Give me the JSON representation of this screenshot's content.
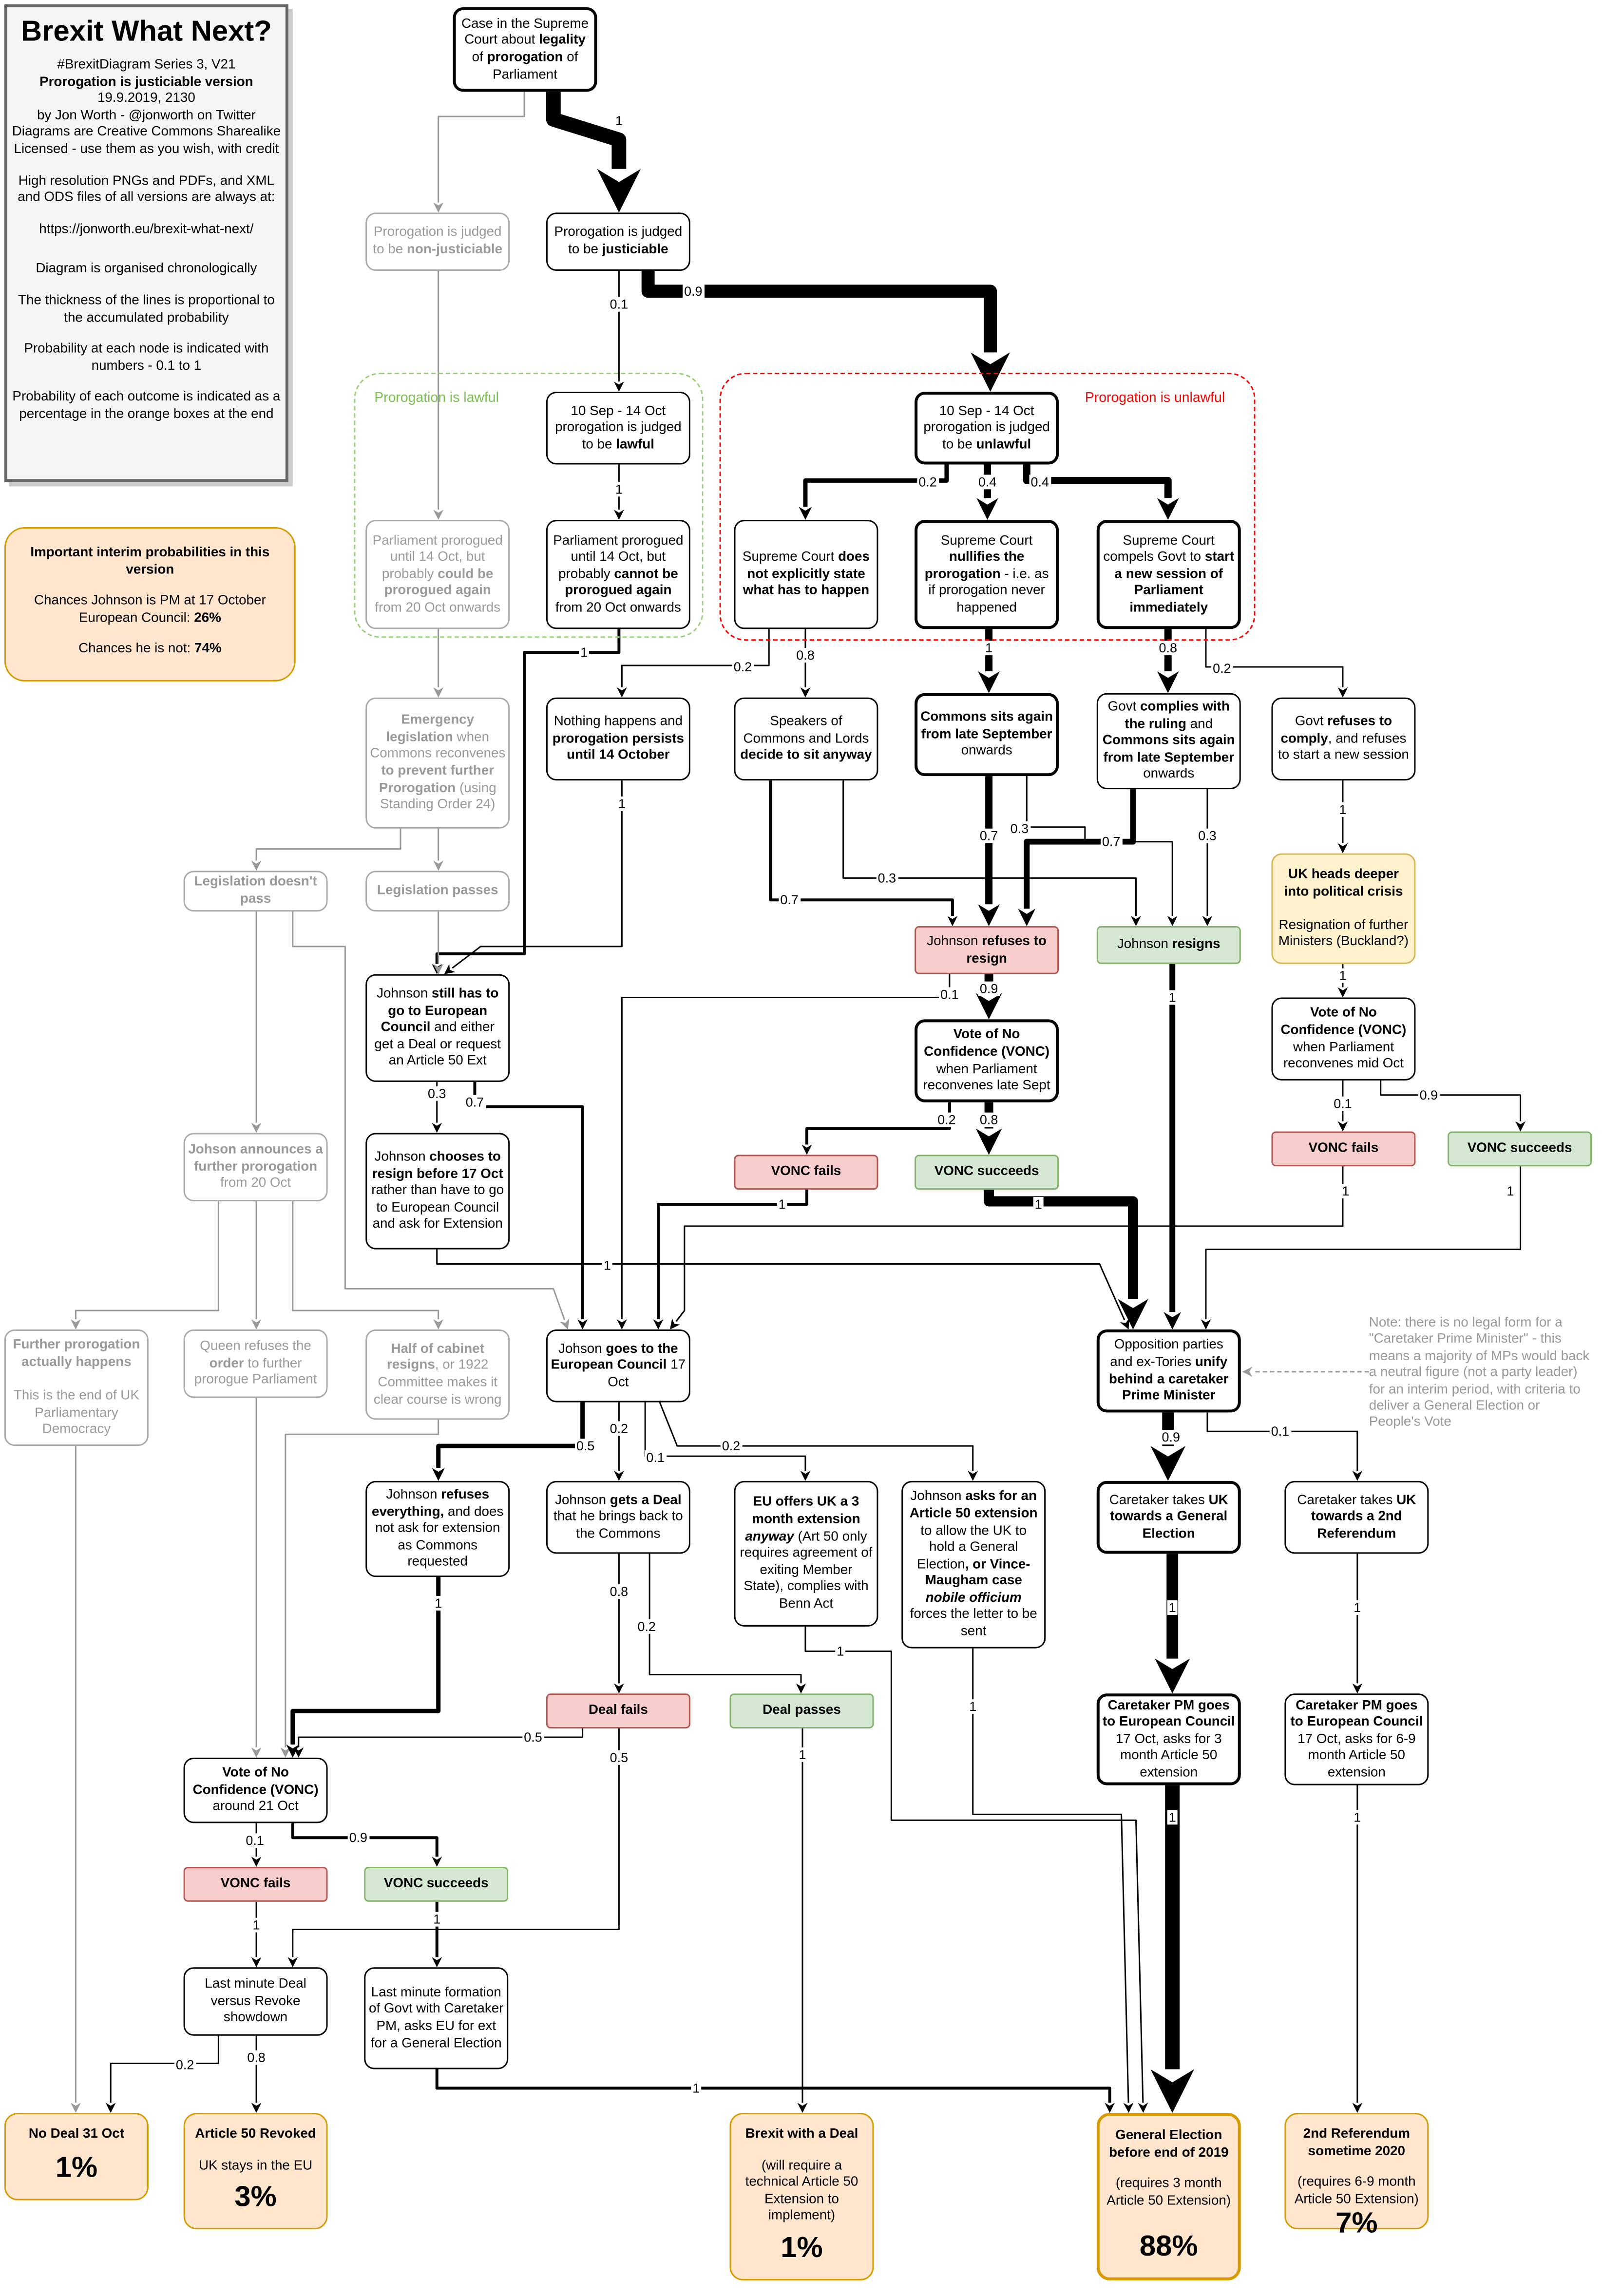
{
  "title_box": {
    "title": "Brexit What Next?",
    "series": "#BrexitDiagram Series 3, V21",
    "version": "Prorogation is justiciable version",
    "date": "19.9.2019, 2130",
    "author": "by Jon Worth - @jonworth on Twitter",
    "license": "Diagrams are Creative Commons Sharealike Licensed - use them as you wish, with credit",
    "files": "High resolution PNGs and PDFs, and XML and ODS files of all versions are always at:",
    "url": "https://jonworth.eu/brexit-what-next/",
    "note1": "Diagram is organised chronologically",
    "note2": "The thickness of the lines is proportional to the accumulated probability",
    "note3": "Probability at each node is indicated with numbers - 0.1 to 1",
    "note4": "Probability of each outcome is indicated as a percentage in the orange boxes at the end"
  },
  "interim": {
    "heading": "Important interim probabilities in this version",
    "pm_label": "Chances Johnson is PM at 17 October European Council: ",
    "pm_value": "26%",
    "not_label": "Chances he is not: ",
    "not_value": "74%"
  },
  "groups": {
    "lawful": "Prorogation is lawful",
    "unlawful": "Prorogation is unlawful"
  },
  "colors": {
    "lawful_border": "#97d077",
    "unlawful_border": "#ff0000",
    "fails_fill": "#f8cecc",
    "succeeds_fill": "#d5e8d4",
    "crisis_fill": "#fff2cc",
    "outcome_fill": "#ffe6cc",
    "inactive_text": "#999999"
  },
  "note": "Note: there is no legal form for a \"Caretaker Prime Minister\" - this means a majority of MPs would back a neutral figure (not a party leader) for an interim period, with criteria to deliver a General Election or People's Vote",
  "nodes": [
    {
      "id": "n1",
      "style": "b",
      "text": [
        "Case in the Supreme Court about ",
        {
          "b": "legality"
        },
        " of ",
        {
          "b": "prorogation"
        },
        " of Parliament"
      ]
    },
    {
      "id": "n2",
      "style": "g",
      "text": [
        "Prorogation is judged to be ",
        {
          "b": "non-justiciable"
        }
      ]
    },
    {
      "id": "n3",
      "style": "n",
      "text": [
        "Prorogation is judged to be ",
        {
          "b": "justiciable"
        }
      ]
    },
    {
      "id": "n4",
      "style": "n",
      "text": [
        "10 Sep - 14 Oct prorogation is judged to be ",
        {
          "b": "lawful"
        }
      ]
    },
    {
      "id": "n5",
      "style": "b",
      "text": [
        "10 Sep - 14 Oct prorogation is judged to be ",
        {
          "b": "unlawful"
        }
      ]
    },
    {
      "id": "n6",
      "style": "g",
      "text": [
        "Parliament prorogued until 14 Oct, but probably ",
        {
          "b": "could be prorogued again"
        },
        " from 20 Oct onwards"
      ]
    },
    {
      "id": "n7",
      "style": "n",
      "text": [
        "Parliament prorogued until 14 Oct, but probably ",
        {
          "b": "cannot be prorogued again"
        },
        " from 20 Oct onwards"
      ]
    },
    {
      "id": "n8",
      "style": "n",
      "text": [
        "Supreme Court ",
        {
          "b": "does not explicitly state what has to happen"
        }
      ]
    },
    {
      "id": "n9",
      "style": "b",
      "text": [
        "Supreme Court ",
        {
          "b": "nullifies the prorogation"
        },
        " - i.e. as if prorogation never happened"
      ]
    },
    {
      "id": "n10",
      "style": "b",
      "text": [
        "Supreme Court compels Govt to ",
        {
          "b": "start a new session of Parliament immediately"
        }
      ]
    },
    {
      "id": "n11",
      "style": "g",
      "text": [
        {
          "b": "Emergency legislation"
        },
        " when Commons reconvenes ",
        {
          "b": "to prevent further Prorogation"
        },
        " (using Standing Order 24)"
      ]
    },
    {
      "id": "n12",
      "style": "n",
      "text": [
        "Nothing happens and ",
        {
          "b": "prorogation persists until 14 October"
        }
      ]
    },
    {
      "id": "n13",
      "style": "n",
      "text": [
        "Speakers of Commons and Lords ",
        {
          "b": "decide to sit anyway"
        }
      ]
    },
    {
      "id": "n14",
      "style": "b",
      "text": [
        {
          "b": "Commons sits again from late September"
        },
        " onwards"
      ]
    },
    {
      "id": "n15",
      "style": "n",
      "text": [
        "Govt ",
        {
          "b": "complies with the ruling"
        },
        " and ",
        {
          "b": "Commons sits again from late September"
        },
        " onwards"
      ]
    },
    {
      "id": "n16",
      "style": "n",
      "text": [
        "Govt ",
        {
          "b": "refuses to comply"
        },
        ", and refuses to start a new session"
      ]
    },
    {
      "id": "n17",
      "style": "g",
      "text": [
        {
          "b": "Legislation doesn't pass"
        }
      ]
    },
    {
      "id": "n18",
      "style": "g",
      "text": [
        {
          "b": "Legislation passes"
        }
      ]
    },
    {
      "id": "n19",
      "style": "r",
      "text": [
        "Johnson ",
        {
          "b": "refuses to resign"
        }
      ]
    },
    {
      "id": "n20",
      "style": "gr",
      "text": [
        "Johnson ",
        {
          "b": "resigns"
        }
      ]
    },
    {
      "id": "n21",
      "style": "y",
      "text": [
        {
          "b": "UK heads deeper into political crisis"
        },
        "\n\nResignation of further Ministers (Buckland?)"
      ]
    },
    {
      "id": "n22",
      "style": "n",
      "text": [
        "Johnson ",
        {
          "b": "still has to go to European Council"
        },
        " and either get a Deal or request an Article 50 Ext"
      ]
    },
    {
      "id": "n23",
      "style": "b",
      "text": [
        {
          "b": "Vote of No Confidence (VONC)"
        },
        " when Parliament reconvenes late Sept"
      ]
    },
    {
      "id": "n24",
      "style": "n",
      "text": [
        {
          "b": "Vote of No Confidence (VONC)"
        },
        " when Parliament reconvenes mid Oct"
      ]
    },
    {
      "id": "n25",
      "style": "n",
      "text": [
        "Johnson ",
        {
          "b": "chooses to resign before 17 Oct"
        },
        " rather than have to go to European Council and ask for Extension"
      ]
    },
    {
      "id": "n26",
      "style": "g",
      "text": [
        {
          "b": "Johson announces a further prorogation"
        },
        " from 20 Oct"
      ]
    },
    {
      "id": "n27",
      "style": "r",
      "text": [
        {
          "b": "VONC fails"
        }
      ]
    },
    {
      "id": "n28",
      "style": "gr",
      "text": [
        {
          "b": "VONC succeeds"
        }
      ]
    },
    {
      "id": "n29",
      "style": "r",
      "text": [
        {
          "b": "VONC fails"
        }
      ]
    },
    {
      "id": "n30",
      "style": "gr",
      "text": [
        {
          "b": "VONC succeeds"
        }
      ]
    },
    {
      "id": "n31",
      "style": "g",
      "text": [
        {
          "b": "Further prorogation actually happens"
        },
        "\n\nThis is the end of UK Parliamentary Democracy"
      ]
    },
    {
      "id": "n32",
      "style": "g",
      "text": [
        "Queen refuses the ",
        {
          "b": "order"
        },
        " to further prorogue Parliament"
      ]
    },
    {
      "id": "n33",
      "style": "g",
      "text": [
        {
          "b": "Half of cabinet resigns"
        },
        ", or 1922 Committee makes it clear course is wrong"
      ]
    },
    {
      "id": "n34",
      "style": "n",
      "text": [
        "Johson ",
        {
          "b": "goes to the European Council"
        },
        " 17 Oct"
      ]
    },
    {
      "id": "n35",
      "style": "b",
      "text": [
        "Opposition parties and ex-Tories ",
        {
          "b": "unify behind a caretaker Prime Minister"
        }
      ]
    },
    {
      "id": "n36",
      "style": "n",
      "text": [
        "Johnson ",
        {
          "b": "refuses everything,"
        },
        " and does not ask for extension as Commons requested"
      ]
    },
    {
      "id": "n37",
      "style": "n",
      "text": [
        "Johnson ",
        {
          "b": "gets a Deal"
        },
        " that he brings back to the Commons"
      ]
    },
    {
      "id": "n38",
      "style": "n",
      "text": [
        {
          "b": "EU offers UK a 3 month extension "
        },
        {
          "bi": "anyway"
        },
        " (Art 50 only requires agreement of exiting Member State), complies with Benn Act"
      ]
    },
    {
      "id": "n39",
      "style": "n",
      "text": [
        "Johnson ",
        {
          "b": "asks for an Article 50 extension"
        },
        " to allow the UK to hold a General Election",
        {
          "b": ", or Vince-Maugham case "
        },
        {
          "bi": "nobile officium"
        },
        " forces the letter to be sent"
      ]
    },
    {
      "id": "n40",
      "style": "b",
      "text": [
        "Caretaker takes ",
        {
          "b": "UK towards a General Election"
        }
      ]
    },
    {
      "id": "n41",
      "style": "n",
      "text": [
        "Caretaker takes ",
        {
          "b": "UK towards a 2nd Referendum"
        }
      ]
    },
    {
      "id": "n42",
      "style": "r",
      "text": [
        {
          "b": "Deal fails"
        }
      ]
    },
    {
      "id": "n43",
      "style": "gr",
      "text": [
        {
          "b": "Deal passes"
        }
      ]
    },
    {
      "id": "n44",
      "style": "b",
      "text": [
        {
          "b": "Caretaker PM goes to European Council"
        },
        " 17 Oct, asks for 3 month Article 50 extension"
      ]
    },
    {
      "id": "n45",
      "style": "n",
      "text": [
        {
          "b": "Caretaker PM goes to European Council"
        },
        " 17 Oct, asks for 6-9 month Article 50 extension"
      ]
    },
    {
      "id": "n46",
      "style": "n",
      "text": [
        {
          "b": "Vote of No Confidence (VONC)"
        },
        " around 21 Oct"
      ]
    },
    {
      "id": "n47",
      "style": "r",
      "text": [
        {
          "b": "VONC fails"
        }
      ]
    },
    {
      "id": "n48",
      "style": "gr",
      "text": [
        {
          "b": "VONC succeeds"
        }
      ]
    },
    {
      "id": "n49",
      "style": "n",
      "text": [
        "Last minute Deal versus Revoke showdown"
      ]
    },
    {
      "id": "n50",
      "style": "n",
      "text": [
        "Last minute formation of Govt with Caretaker PM, asks EU for ext for a General Election"
      ]
    }
  ],
  "outcomes": [
    {
      "id": "o1",
      "title": "No Deal 31 Oct",
      "sub": "",
      "pct": "1%"
    },
    {
      "id": "o2",
      "title": "Article 50 Revoked",
      "sub": "UK stays in the EU",
      "pct": "3%"
    },
    {
      "id": "o3",
      "title": "Brexit with a Deal",
      "sub": "(will require a technical Article 50 Extension to implement)",
      "pct": "1%"
    },
    {
      "id": "o4",
      "title": "General Election before end of 2019",
      "sub": "(requires 3 month Article 50 Extension)",
      "pct": "88%"
    },
    {
      "id": "o5",
      "title": "2nd Referendum sometime 2020",
      "sub": "(requires 6-9 month Article 50 Extension)",
      "pct": "7%"
    }
  ],
  "edges": [
    {
      "label": "1"
    },
    {
      "label": ""
    },
    {
      "label": "0.9"
    },
    {
      "label": "0.1"
    },
    {
      "label": ""
    },
    {
      "label": "1"
    },
    {
      "label": "0.2"
    },
    {
      "label": "0.4"
    },
    {
      "label": "0.4"
    },
    {
      "label": ""
    },
    {
      "label": "1"
    },
    {
      "label": "0.2"
    },
    {
      "label": "0.8"
    },
    {
      "label": "1"
    },
    {
      "label": "0.8"
    },
    {
      "label": "0.2"
    },
    {
      "label": ""
    },
    {
      "label": ""
    },
    {
      "label": "1"
    },
    {
      "label": "0.7"
    },
    {
      "label": "0.3"
    },
    {
      "label": "0.7"
    },
    {
      "label": "0.3"
    },
    {
      "label": "0.7"
    },
    {
      "label": "0.3"
    },
    {
      "label": "1"
    },
    {
      "label": ""
    },
    {
      "label": ""
    },
    {
      "label": "0.9"
    },
    {
      "label": "0.1"
    },
    {
      "label": "1"
    },
    {
      "label": "1"
    },
    {
      "label": "0.3"
    },
    {
      "label": "0.7"
    },
    {
      "label": "0.2"
    },
    {
      "label": "0.8"
    },
    {
      "label": "0.1"
    },
    {
      "label": "0.9"
    },
    {
      "label": "1"
    },
    {
      "label": "1"
    },
    {
      "label": "1"
    },
    {
      "label": "1"
    },
    {
      "label": "1"
    },
    {
      "label": ""
    },
    {
      "label": ""
    },
    {
      "label": ""
    },
    {
      "label": ""
    },
    {
      "label": ""
    },
    {
      "label": ""
    },
    {
      "label": ""
    },
    {
      "label": "0.5"
    },
    {
      "label": "0.2"
    },
    {
      "label": "0.1"
    },
    {
      "label": "0.2"
    },
    {
      "label": "0.9"
    },
    {
      "label": "0.1"
    },
    {
      "label": "1"
    },
    {
      "label": "0.8"
    },
    {
      "label": "0.2"
    },
    {
      "label": "1"
    },
    {
      "label": "1"
    },
    {
      "label": "1"
    },
    {
      "label": "1"
    },
    {
      "label": "0.5"
    },
    {
      "label": "0.5"
    },
    {
      "label": "1"
    },
    {
      "label": "1"
    },
    {
      "label": "1"
    },
    {
      "label": "0.1"
    },
    {
      "label": "0.9"
    },
    {
      "label": "1"
    },
    {
      "label": "1"
    },
    {
      "label": "0.2"
    },
    {
      "label": "0.8"
    },
    {
      "label": "1"
    },
    {
      "label": ""
    }
  ]
}
